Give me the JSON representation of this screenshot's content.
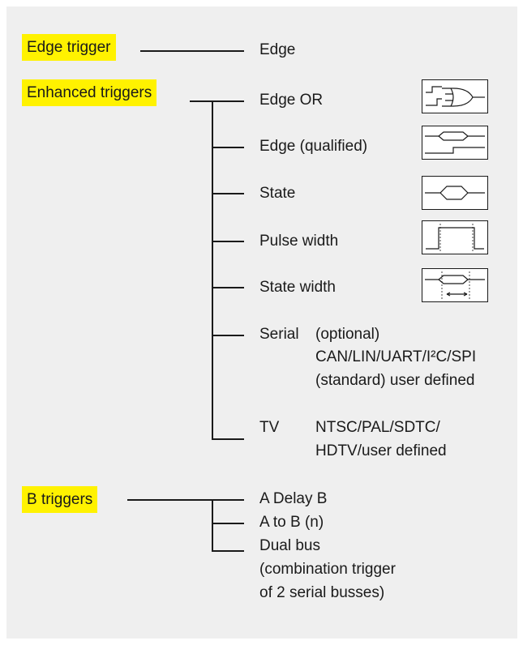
{
  "categories": {
    "edge": {
      "label": "Edge trigger",
      "items": [
        "Edge"
      ]
    },
    "enhanced": {
      "label": "Enhanced triggers",
      "items": [
        "Edge OR",
        "Edge (qualified)",
        "State",
        "Pulse width",
        "State width"
      ],
      "serial": {
        "label": "Serial",
        "optional": "(optional)",
        "protocols": "CAN/LIN/UART/I²C/SPI",
        "standard": "(standard) user defined"
      },
      "tv": {
        "label": "TV",
        "line1": "NTSC/PAL/SDTC/",
        "line2": "HDTV/user defined"
      }
    },
    "b": {
      "label": "B triggers",
      "items": [
        "A Delay B",
        "A to B (n)",
        "Dual bus"
      ],
      "dual_note_line1": "(combination trigger",
      "dual_note_line2": "of 2 serial busses)"
    }
  },
  "icons": [
    "edge-or-icon",
    "edge-qualified-icon",
    "state-icon",
    "pulse-width-icon",
    "state-width-icon"
  ],
  "colors": {
    "highlight": "#fff200",
    "panel": "#efefef",
    "line": "#1a1a1a"
  }
}
